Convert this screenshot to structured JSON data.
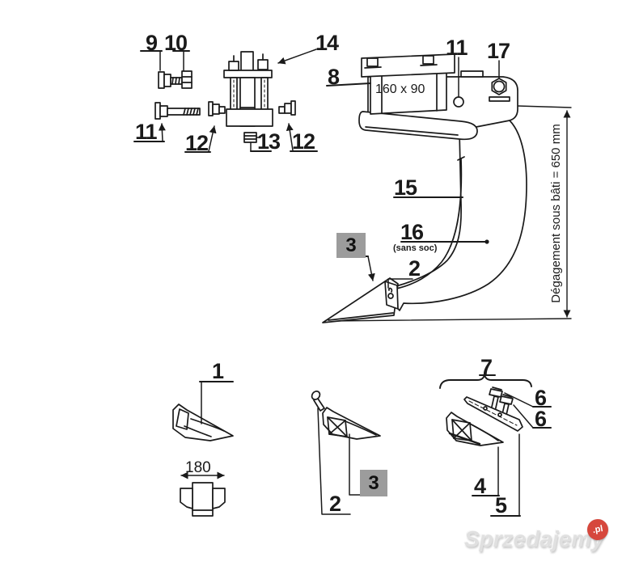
{
  "diagram": {
    "labels": {
      "n9": "9",
      "n10": "10",
      "n14": "14",
      "n8": "8",
      "n11_left": "11",
      "n12_left": "12",
      "n13": "13",
      "n12_right": "12",
      "n11_top": "11",
      "n17": "17",
      "n15": "15",
      "n16": "16",
      "n16_note": "(sans soc)",
      "n3_top": "3",
      "n2_top": "2",
      "n1": "1",
      "n2_bottom": "2",
      "n3_bottom": "3",
      "n7": "7",
      "n6_upper": "6",
      "n6_lower": "6",
      "n4": "4",
      "n5": "5"
    },
    "dimensions": {
      "bracket_size": "160 x 90",
      "share_width": "180",
      "clearance": "Dégagement sous bâti = 650 mm"
    },
    "colors": {
      "line": "#1a1a1a",
      "highlight": "#9c9c9c",
      "background": "#ffffff"
    },
    "watermark": {
      "brand": "Sprzedajemy",
      "tld": ".pl",
      "badge_color": "#d6473c",
      "text_color": "#e0e0e0"
    }
  }
}
